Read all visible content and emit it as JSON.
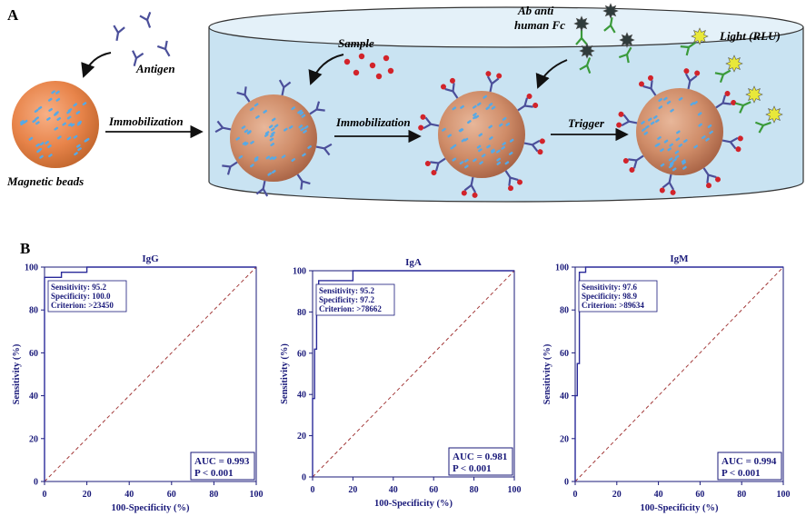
{
  "panel_a": {
    "letter": "A",
    "labels": {
      "antigen": "Antigen",
      "magnetic_beads": "Magnetic beads",
      "immobilization_1": "Immobilization",
      "sample": "Sample",
      "immobilization_2": "Immobilization",
      "ab_line1": "Ab anti",
      "ab_line2": "human Fc",
      "trigger": "Trigger",
      "light": "Light (RLU)"
    },
    "colors": {
      "bead": "#e8844a",
      "dish": "#c9e3f2",
      "antibody_blue": "#4b4f9a",
      "sample_red": "#d2232a",
      "ab_green": "#3a9a3a",
      "light_yellow": "#e8e83a"
    }
  },
  "panel_b": {
    "letter": "B"
  },
  "chart_data": [
    {
      "type": "line",
      "title": "IgG",
      "xlabel": "100-Specificity (%)",
      "ylabel": "Sensitivity (%)",
      "xlim": [
        0,
        100
      ],
      "ylim": [
        0,
        100
      ],
      "xticks": [
        0,
        20,
        40,
        60,
        80,
        100
      ],
      "yticks": [
        0,
        20,
        40,
        60,
        80,
        100
      ],
      "roc": [
        [
          0,
          0
        ],
        [
          0,
          90
        ],
        [
          0,
          92
        ],
        [
          0,
          95.2
        ],
        [
          8,
          95.2
        ],
        [
          8,
          97.6
        ],
        [
          20,
          97.6
        ],
        [
          20,
          100
        ],
        [
          100,
          100
        ]
      ],
      "diagonal": [
        [
          0,
          0
        ],
        [
          100,
          100
        ]
      ],
      "stats": [
        "Sensitivity: 95.2",
        "Specificity: 100.0",
        "Criterion: >23450"
      ],
      "auc": "AUC = 0.993",
      "p": "P < 0.001"
    },
    {
      "type": "line",
      "title": "IgA",
      "xlabel": "100-Specificity (%)",
      "ylabel": "Sensitivity (%)",
      "xlim": [
        0,
        100
      ],
      "ylim": [
        0,
        100
      ],
      "xticks": [
        0,
        20,
        40,
        60,
        80,
        100
      ],
      "yticks": [
        0,
        20,
        40,
        60,
        80,
        100
      ],
      "roc": [
        [
          0,
          0
        ],
        [
          0,
          38
        ],
        [
          1,
          38
        ],
        [
          1,
          62
        ],
        [
          2,
          62
        ],
        [
          2,
          80
        ],
        [
          3,
          80
        ],
        [
          3,
          95.2
        ],
        [
          20,
          95.2
        ],
        [
          20,
          100
        ],
        [
          100,
          100
        ]
      ],
      "diagonal": [
        [
          0,
          0
        ],
        [
          100,
          100
        ]
      ],
      "stats": [
        "Sensitivity: 95.2",
        "Specificity: 97.2",
        "Criterion: >78662"
      ],
      "auc": "AUC = 0.981",
      "p": "P < 0.001"
    },
    {
      "type": "line",
      "title": "IgM",
      "xlabel": "100-Specificity (%)",
      "ylabel": "Sensitivity (%)",
      "xlim": [
        0,
        100
      ],
      "ylim": [
        0,
        100
      ],
      "xticks": [
        0,
        20,
        40,
        60,
        80,
        100
      ],
      "yticks": [
        0,
        20,
        40,
        60,
        80,
        100
      ],
      "roc": [
        [
          0,
          0
        ],
        [
          0,
          40
        ],
        [
          1,
          40
        ],
        [
          1,
          55
        ],
        [
          2,
          55
        ],
        [
          2,
          97.6
        ],
        [
          5,
          97.6
        ],
        [
          5,
          100
        ],
        [
          100,
          100
        ]
      ],
      "diagonal": [
        [
          0,
          0
        ],
        [
          100,
          100
        ]
      ],
      "stats": [
        "Sensitivity: 97.6",
        "Specificity: 98.9",
        "Criterion: >89634"
      ],
      "auc": "AUC = 0.994",
      "p": "P < 0.001"
    }
  ]
}
